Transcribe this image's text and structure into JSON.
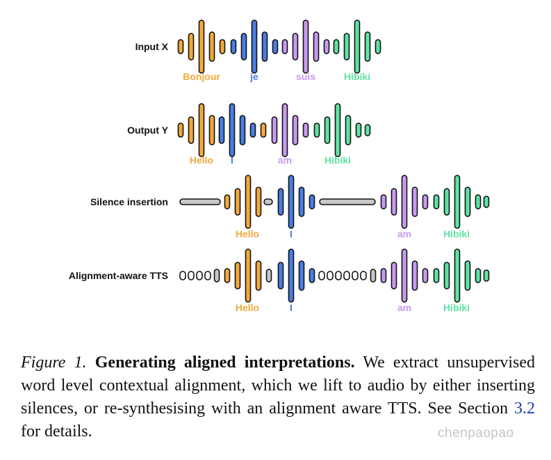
{
  "colors": {
    "orange": "#f2a93b",
    "blue": "#4a7de2",
    "purple": "#c79af0",
    "green": "#5ee3a3",
    "gray": "#c8c8c8",
    "stroke": "#111111"
  },
  "rows": [
    {
      "label": "Input X",
      "words": [
        {
          "text": "Bonjour",
          "color": "orange"
        },
        {
          "text": "je",
          "color": "blue"
        },
        {
          "text": "suis",
          "color": "purple"
        },
        {
          "text": "Hibiki",
          "color": "green"
        }
      ]
    },
    {
      "label": "Output Y",
      "words": [
        {
          "text": "Hello",
          "color": "orange"
        },
        {
          "text": "I",
          "color": "blue"
        },
        {
          "text": "am",
          "color": "purple"
        },
        {
          "text": "Hibiki",
          "color": "green"
        }
      ]
    },
    {
      "label": "Silence insertion",
      "words": [
        {
          "text": "Hello",
          "color": "orange"
        },
        {
          "text": "I",
          "color": "blue"
        },
        {
          "text": "am",
          "color": "purple"
        },
        {
          "text": "Hibiki",
          "color": "green"
        }
      ]
    },
    {
      "label": "Alignment-aware TTS",
      "words": [
        {
          "text": "Hello",
          "color": "orange"
        },
        {
          "text": "I",
          "color": "blue"
        },
        {
          "text": "am",
          "color": "purple"
        },
        {
          "text": "Hibiki",
          "color": "green"
        }
      ]
    }
  ],
  "caption": {
    "figure_number": "Figure 1.",
    "title": "Generating aligned interpretations.",
    "text_before_ref": "We extract unsupervised word level contextual alignment, which we lift to audio by either inserting silences, or re-synthesising with an alignment aware TTS. See Section",
    "ref": "3.2",
    "text_after_ref": "for details."
  },
  "watermark": "chenpaopao"
}
